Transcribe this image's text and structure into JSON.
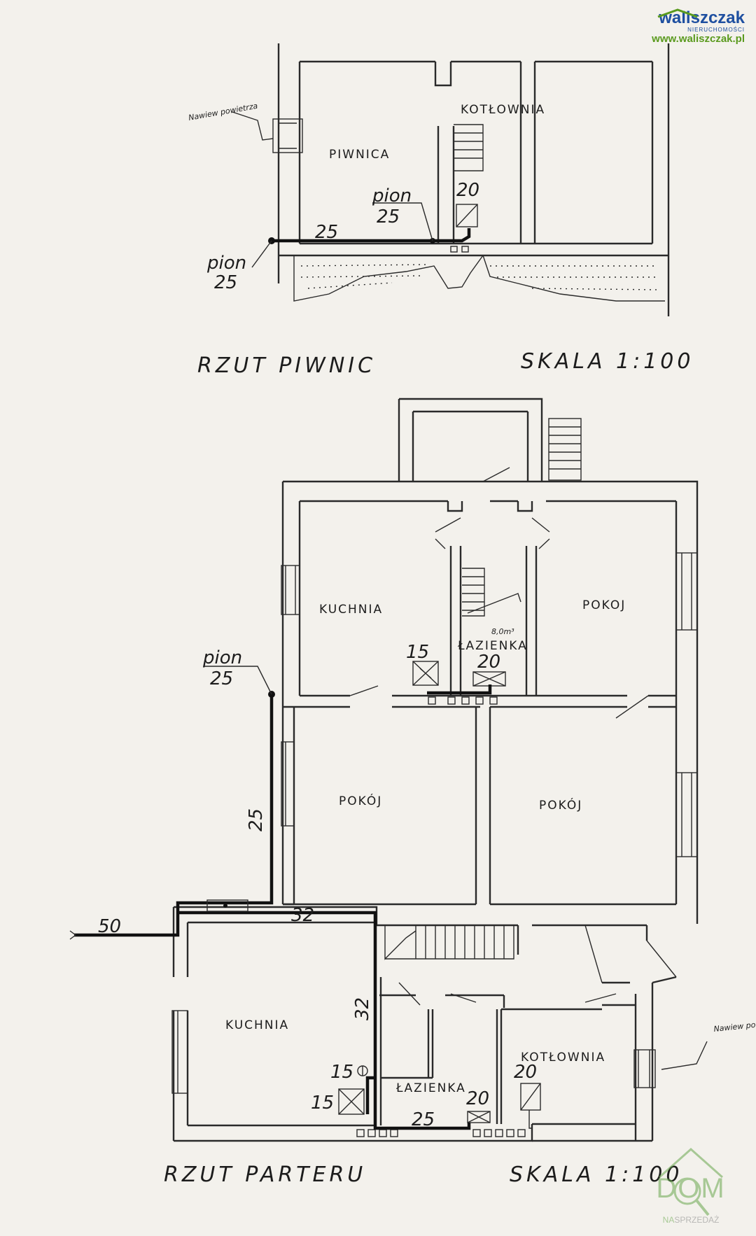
{
  "logo": {
    "brand": "waliszczak",
    "sub": "NIERUCHOMOŚCI",
    "url": "www.waliszczak.pl"
  },
  "watermark": {
    "word": "DOM",
    "sub_prefix": "NA",
    "sub_rest": "SPRZEDAŻ"
  },
  "basement": {
    "title": "RZUT PIWNIC",
    "scale": "SKALA 1:100",
    "rooms": {
      "piwnica": "PIWNICA",
      "kotlownia": "KOTŁOWNIA"
    },
    "labels": {
      "pion_a": "pion",
      "pion_a_num": "25",
      "pion_b": "pion",
      "pion_b_num": "25",
      "pipe": "25",
      "chimney": "20",
      "vent": "Nawiew powietrza"
    }
  },
  "ground": {
    "title": "RZUT PARTERU",
    "scale": "SKALA 1:100",
    "rooms": {
      "kuchnia_upper": "KUCHNIA",
      "lazienka_upper": "ŁAZIENKA",
      "volume": "8,0m³",
      "pokoj_upper": "POKOJ",
      "pokoj_mid_left": "POKÓJ",
      "pokoj_mid_right": "POKÓJ",
      "kuchnia_lower": "KUCHNIA",
      "lazienka_lower": "ŁAZIENKA",
      "kotlownia": "KOTŁOWNIA"
    },
    "labels": {
      "pion": "pion",
      "pion_num": "25",
      "vertical_pipe": "25",
      "inlet": "50",
      "pipe_32_h": "32",
      "pipe_32_v": "32",
      "stove_upper": "15",
      "chimney_upper": "20",
      "meter_lower": "15",
      "stove_lower": "15",
      "chimney_lazienka": "20",
      "chimney_kotlownia": "20",
      "pipe_bottom": "25",
      "vent": "Nawiew powietrza"
    }
  },
  "colors": {
    "ink": "#1c1c1c",
    "brand_blue": "#1e4fa0",
    "brand_green": "#5a9a1e",
    "paper": "#f3f1ec"
  }
}
